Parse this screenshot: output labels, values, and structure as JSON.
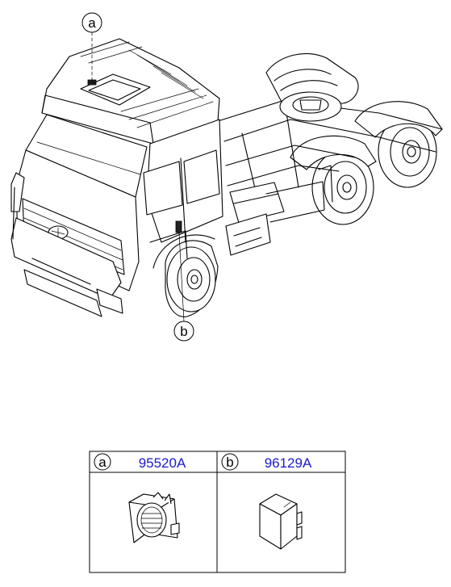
{
  "diagram": {
    "callouts": [
      {
        "letter": "a"
      },
      {
        "letter": "b"
      }
    ],
    "parts_table": {
      "columns": [
        {
          "letter": "a",
          "part_number": "95520A"
        },
        {
          "letter": "b",
          "part_number": "96129A"
        }
      ]
    }
  },
  "colors": {
    "line": "#000000",
    "part_number": "#1a1acc",
    "background": "#ffffff"
  }
}
